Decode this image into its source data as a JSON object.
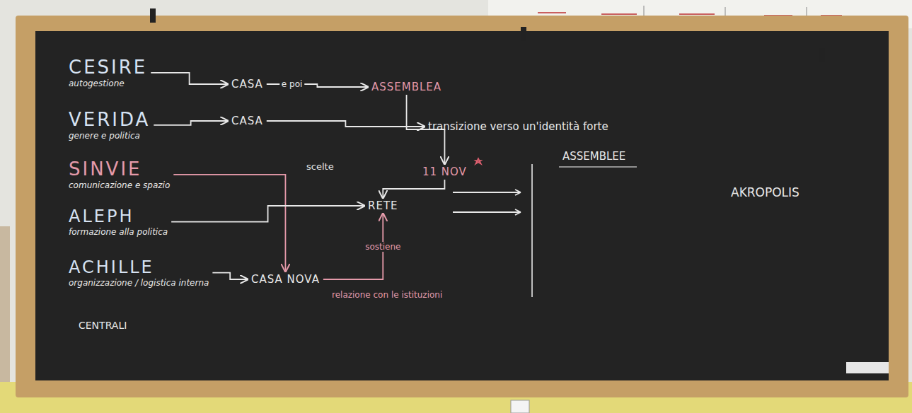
{
  "diagram": {
    "nodes": [
      {
        "text": [
          "CESIRE",
          "autogestione"
        ]
      },
      {
        "text": [
          "VERIDA",
          "genere e politica"
        ]
      },
      {
        "text": [
          "SINVIE",
          "comunicazione e spazio"
        ]
      },
      {
        "text": [
          "ALEPH",
          "formazione alla politica"
        ]
      },
      {
        "text": [
          "ACHILLE",
          "organizzazione / logistica interna"
        ]
      },
      {
        "text": [
          "CASA"
        ]
      },
      {
        "text": [
          "CASA"
        ]
      },
      {
        "text": [
          "ASSEMBLEA"
        ]
      },
      {
        "text": [
          "transizione verso un'identità forte"
        ]
      },
      {
        "text": [
          "11 NOV"
        ]
      },
      {
        "text": [
          "RETE"
        ]
      },
      {
        "text": [
          "CASA NOVA"
        ]
      }
    ],
    "edges": [
      {
        "from": 0,
        "to": 5,
        "arrow": "to"
      },
      {
        "from": 5,
        "to": 7,
        "label": "e poi",
        "arrow": "to"
      },
      {
        "from": 1,
        "to": 6,
        "arrow": "to"
      },
      {
        "from": 6,
        "to": 8,
        "arrow": "to"
      },
      {
        "from": 7,
        "to": 9,
        "arrow": "to"
      },
      {
        "from": 2,
        "to": 11,
        "arrow": "to"
      },
      {
        "from": 3,
        "to": 10,
        "arrow": "to"
      },
      {
        "from": 4,
        "to": 11,
        "arrow": "to"
      },
      {
        "from": 11,
        "to": 10,
        "label": "sostiene",
        "arrow": "to"
      },
      {
        "from": 9,
        "to": 10,
        "arrow": "to"
      }
    ],
    "labels": [
      "scelte",
      "ASSEMBLEE",
      "AKROPOLIS",
      "CENTRALI",
      "relazione con le istituzioni"
    ]
  }
}
